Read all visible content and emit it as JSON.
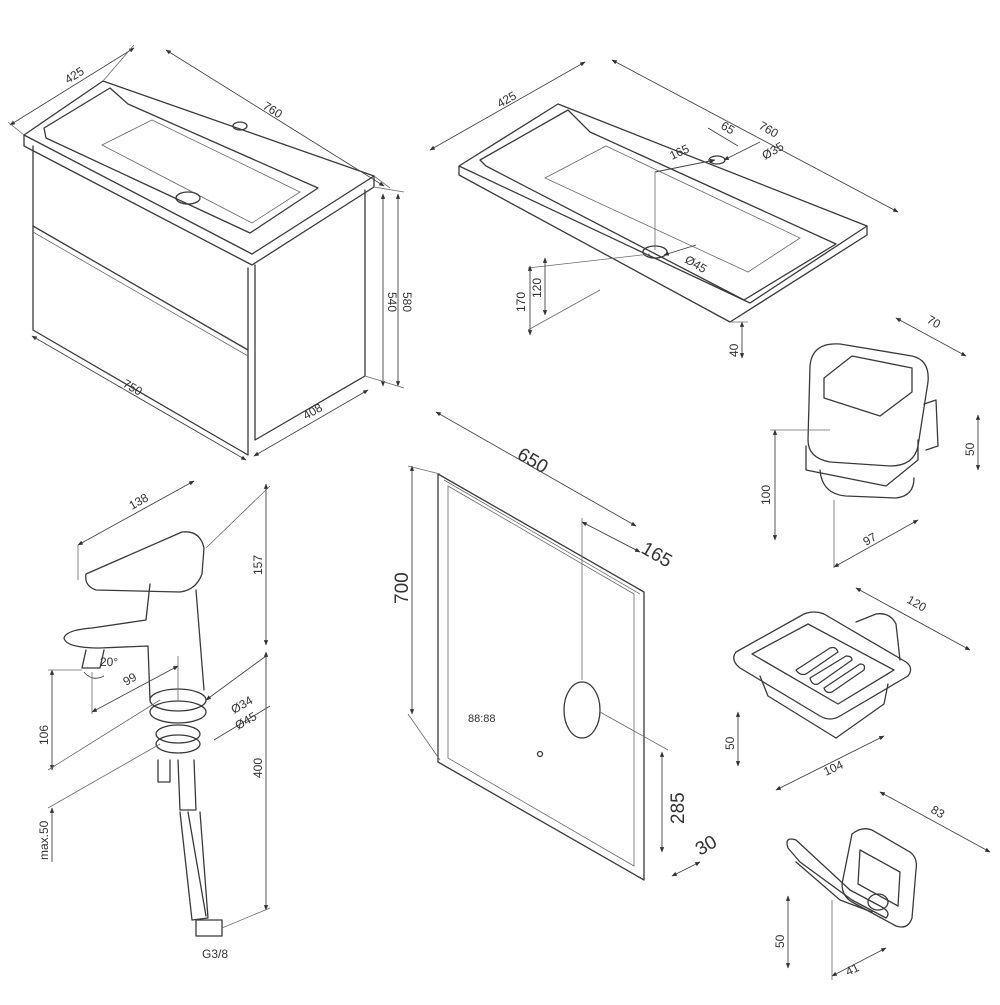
{
  "vanity": {
    "basin_depth": "425",
    "basin_width": "760",
    "height_outer": "580",
    "height_inner": "540",
    "cabinet_width": "750",
    "cabinet_depth": "408"
  },
  "basin": {
    "depth": "425",
    "width": "760",
    "tap_offset": "65",
    "tap_hole_diameter": "Ø35",
    "drain_offset": "165",
    "drain_diameter": "Ø45",
    "height_170": "170",
    "height_120": "120",
    "thickness": "40"
  },
  "tumbler": {
    "width": "70",
    "height": "100",
    "mount_height": "50",
    "projection": "97"
  },
  "faucet": {
    "reach": "138",
    "height": "157",
    "angle": "20°",
    "spout_reach": "99",
    "base_diameter": "Ø34",
    "flange_diameter": "Ø45",
    "depth_106": "106",
    "hose_length": "400",
    "max_thickness": "max.50",
    "thread": "G3/8"
  },
  "mirror": {
    "width": "650",
    "height": "700",
    "offset_165": "165",
    "offset_285": "285",
    "depth": "30",
    "clock_display": "88:88"
  },
  "soap_dish": {
    "width": "120",
    "height": "50",
    "projection": "104"
  },
  "hook": {
    "width": "83",
    "height": "50",
    "projection": "41"
  }
}
